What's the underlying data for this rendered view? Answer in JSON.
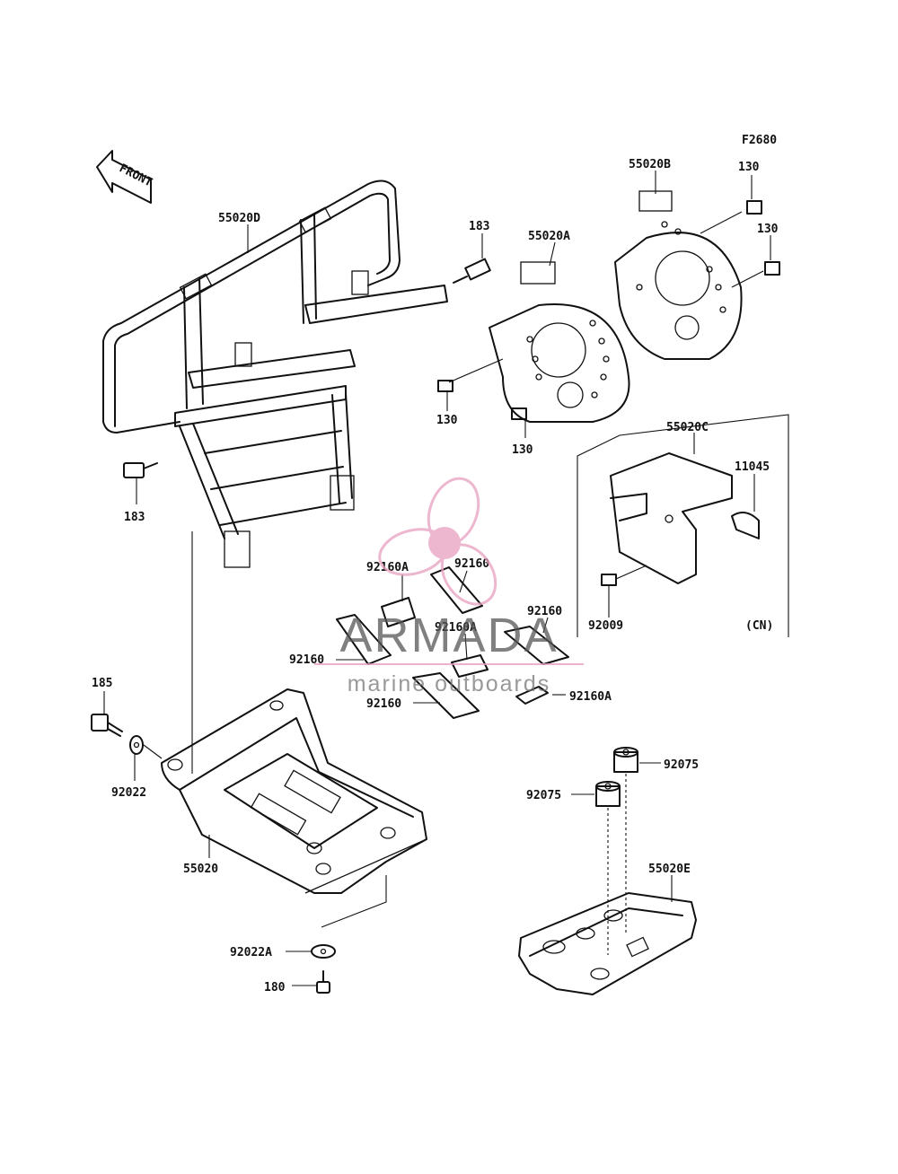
{
  "figure_id": "F2680",
  "direction_label": "FRONT",
  "watermark": {
    "brand": "ARMADA",
    "tagline": "marine outboards",
    "brand_color": "#555555",
    "accent_color": "#e8a0c0"
  },
  "labels": {
    "p55020D": "55020D",
    "p183a": "183",
    "p183b": "183",
    "p55020A": "55020A",
    "p55020B": "55020B",
    "p130a": "130",
    "p130b": "130",
    "p130c": "130",
    "p130d": "130",
    "p55020C": "55020C",
    "p11045": "11045",
    "p92009": "92009",
    "cn": "(CN)",
    "p92160A_1": "92160A",
    "p92160_1": "92160",
    "p92160A_2": "92160A",
    "p92160_2": "92160",
    "p92160_3": "92160",
    "p92160_4": "92160",
    "p92160A_3": "92160A",
    "p185": "185",
    "p92022": "92022",
    "p55020": "55020",
    "p92022A": "92022A",
    "p180": "180",
    "p92075a": "92075",
    "p92075b": "92075",
    "p55020E": "55020E"
  }
}
